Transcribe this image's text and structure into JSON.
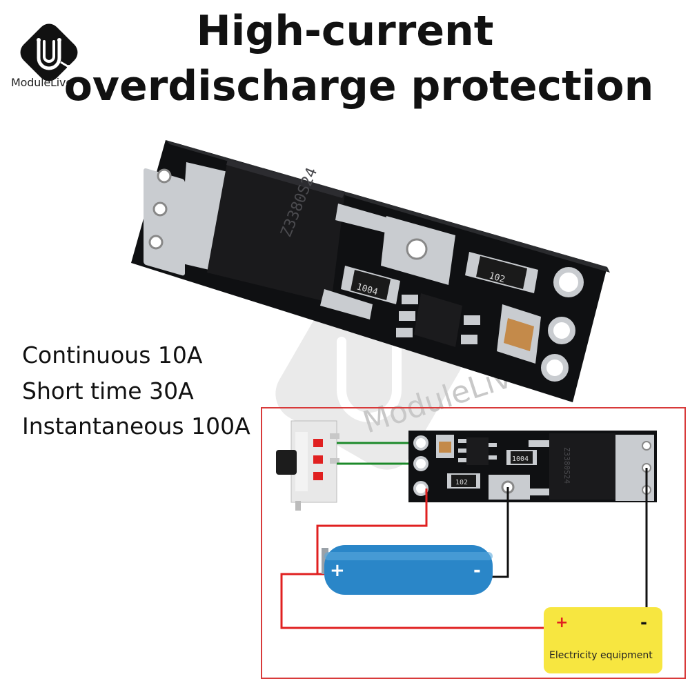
{
  "header": {
    "title_line1": "High-current",
    "title_line2": "overdischarge protection",
    "brand": "ModuleLive"
  },
  "specs": [
    "Continuous 10A",
    "Short time 30A",
    "Instantaneous 100A"
  ],
  "board_top": {
    "mosfet_marking": "Z3380S24",
    "resistor1_marking": "1004",
    "resistor2_marking": "102"
  },
  "board_diagram": {
    "mosfet_marking": "Z3380S24",
    "resistor1_marking": "1004",
    "resistor2_marking": "102"
  },
  "battery": {
    "plus": "+",
    "minus": "-"
  },
  "equipment": {
    "label": "Electricity equipment",
    "plus": "+",
    "minus": "-"
  },
  "watermark_text": "ModuleLive",
  "colors": {
    "pcb": "#0f1012",
    "pad": "#c9ccd0",
    "wire_red": "#e02020",
    "wire_green": "#1c8a2a",
    "wire_black": "#111111",
    "battery_blue": "#2a86c8",
    "equipment_yellow": "#f7e640",
    "frame_red": "#d83a3a"
  }
}
